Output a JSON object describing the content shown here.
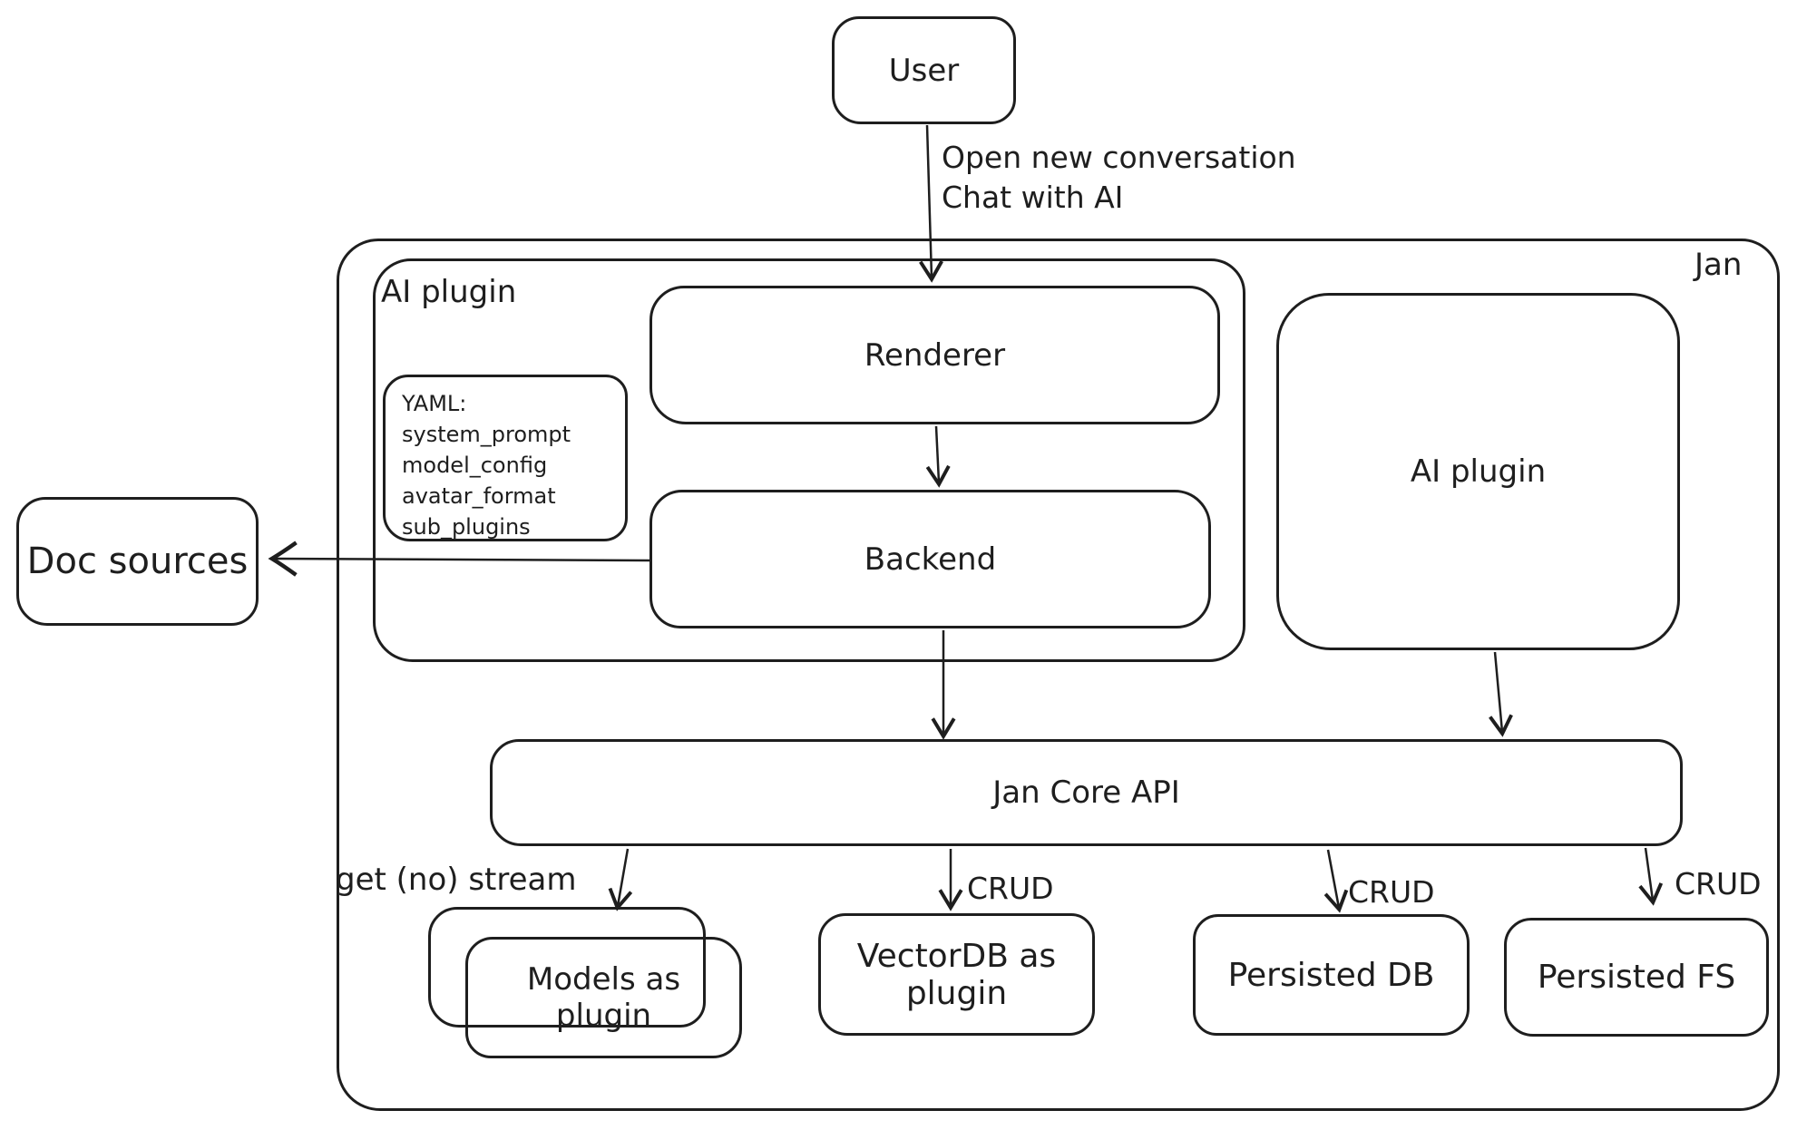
{
  "diagram": {
    "colors": {
      "stroke": "#1e1e1e",
      "background": "#ffffff"
    },
    "containers": {
      "jan": {
        "label": "Jan"
      },
      "ai_plugin_left": {
        "label": "AI plugin"
      }
    },
    "nodes": {
      "user": {
        "label": "User"
      },
      "renderer": {
        "label": "Renderer"
      },
      "backend": {
        "label": "Backend"
      },
      "yaml_note": {
        "lines": [
          "YAML:",
          "system_prompt",
          "model_config",
          "avatar_format",
          "sub_plugins"
        ]
      },
      "ai_plugin_right": {
        "label": "AI plugin"
      },
      "doc_sources": {
        "label": "Doc sources"
      },
      "jan_core_api": {
        "label": "Jan Core API"
      },
      "models_as_plugin": {
        "label": "Models as plugin"
      },
      "vectordb": {
        "label": "VectorDB as plugin"
      },
      "persisted_db": {
        "label": "Persisted DB"
      },
      "persisted_fs": {
        "label": "Persisted FS"
      }
    },
    "edges": [
      {
        "from": "User",
        "to": "Renderer",
        "label_lines": [
          "Open new conversation",
          "Chat with AI"
        ]
      },
      {
        "from": "Renderer",
        "to": "Backend",
        "label": ""
      },
      {
        "from": "Backend",
        "to": "Doc sources",
        "label": ""
      },
      {
        "from": "Backend",
        "to": "Jan Core API",
        "label": ""
      },
      {
        "from": "AI plugin",
        "to": "Jan Core API",
        "label": ""
      },
      {
        "from": "Jan Core API",
        "to": "Models as plugin",
        "label": "get (no) stream"
      },
      {
        "from": "Jan Core API",
        "to": "VectorDB as plugin",
        "label": "CRUD"
      },
      {
        "from": "Jan Core API",
        "to": "Persisted DB",
        "label": "CRUD"
      },
      {
        "from": "Jan Core API",
        "to": "Persisted FS",
        "label": "CRUD"
      }
    ]
  }
}
